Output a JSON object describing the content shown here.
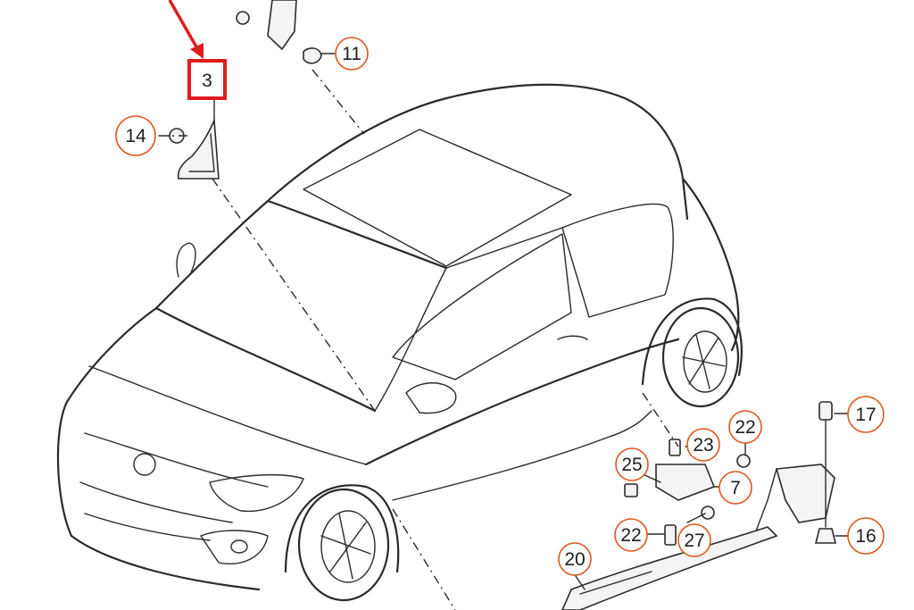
{
  "highlight": {
    "label": "3",
    "color": "#e01b1b"
  },
  "bubble_color": "#e0571d",
  "bubbles": [
    {
      "id": "b11",
      "label": "11"
    },
    {
      "id": "b14",
      "label": "14"
    },
    {
      "id": "b17",
      "label": "17"
    },
    {
      "id": "b22a",
      "label": "22"
    },
    {
      "id": "b23",
      "label": "23"
    },
    {
      "id": "b25",
      "label": "25"
    },
    {
      "id": "b7",
      "label": "7"
    },
    {
      "id": "b22b",
      "label": "22"
    },
    {
      "id": "b27",
      "label": "27"
    },
    {
      "id": "b16",
      "label": "16"
    },
    {
      "id": "b20",
      "label": "20"
    }
  ]
}
